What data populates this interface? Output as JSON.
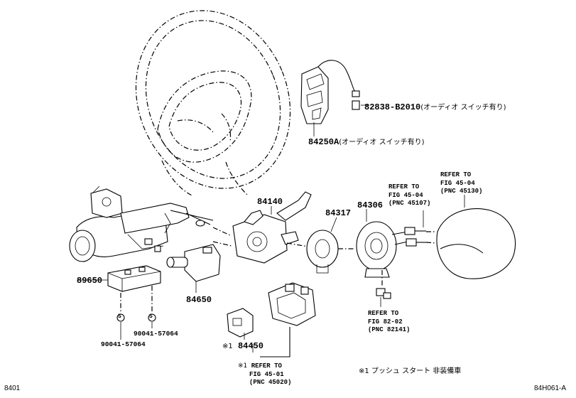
{
  "parts": {
    "p82838": {
      "number": "82838-B2010",
      "note": "(オーディオ スイッチ有り)"
    },
    "p84250A": {
      "number": "84250A",
      "note": "(オーディオ スイッチ有り)"
    },
    "p84140": {
      "number": "84140"
    },
    "p84317": {
      "number": "84317"
    },
    "p84306": {
      "number": "84306"
    },
    "p89650": {
      "number": "89650"
    },
    "p84650": {
      "number": "84650"
    },
    "p84450": {
      "number": "84450",
      "mark": "※1"
    },
    "p90041a": {
      "number": "90041-57064"
    },
    "p90041b": {
      "number": "90041-57064"
    }
  },
  "refs": {
    "r45130": {
      "line1": "REFER TO",
      "line2": "FIG 45-04",
      "line3": "(PNC 45130)"
    },
    "r45107": {
      "line1": "REFER TO",
      "line2": "FIG 45-04",
      "line3": "(PNC 45107)"
    },
    "r82141": {
      "line1": "REFER TO",
      "line2": "FIG 82-02",
      "line3": "(PNC 82141)"
    },
    "r45020": {
      "mark": "※1",
      "line1": "REFER TO",
      "line2": "FIG 45-01",
      "line3": "(PNC 45020)"
    }
  },
  "footnote": "※1 プッシュ スタート 非装備車",
  "page_code": "8401",
  "figure_code": "84H061-A",
  "screw_symbol": "S"
}
